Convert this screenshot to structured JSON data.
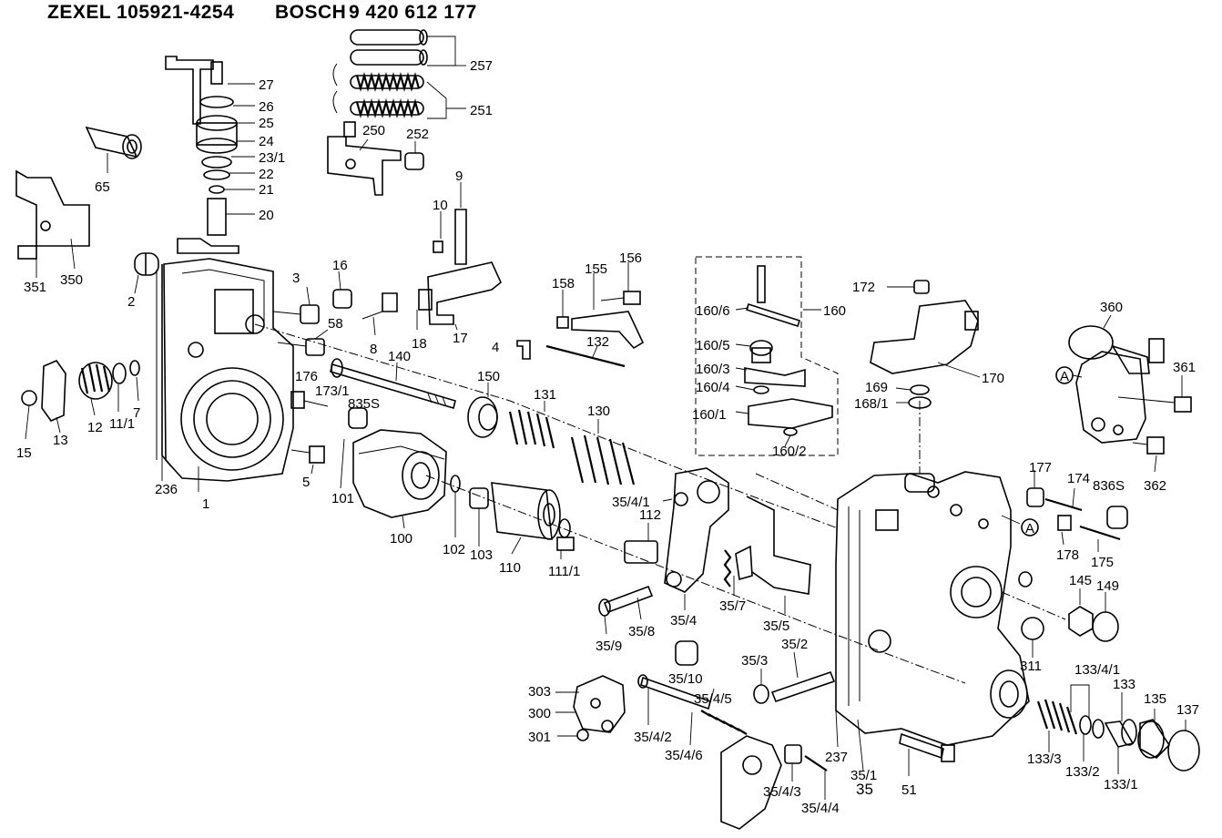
{
  "header": {
    "maker1": "ZEXEL",
    "code1": "105921-4254",
    "maker2": "BOSCH",
    "code2": "9 420 612 177"
  },
  "labels": {
    "p1": "1",
    "p2": "2",
    "p3": "3",
    "p4": "4",
    "p5": "5",
    "p7": "7",
    "p8": "8",
    "p9": "9",
    "p10": "10",
    "p12": "12",
    "p13": "13",
    "p15": "15",
    "p16": "16",
    "p17": "17",
    "p18": "18",
    "p20": "20",
    "p21": "21",
    "p22": "22",
    "p23_1": "23/1",
    "p24": "24",
    "p25": "25",
    "p26": "26",
    "p27": "27",
    "p35": "35",
    "p35_1": "35/1",
    "p35_2": "35/2",
    "p35_3": "35/3",
    "p35_4": "35/4",
    "p35_4_1": "35/4/1",
    "p35_4_2": "35/4/2",
    "p35_4_3": "35/4/3",
    "p35_4_4": "35/4/4",
    "p35_4_5": "35/4/5",
    "p35_4_6": "35/4/6",
    "p35_5": "35/5",
    "p35_7": "35/7",
    "p35_8": "35/8",
    "p35_9": "35/9",
    "p35_10": "35/10",
    "p51": "51",
    "p58": "58",
    "p65": "65",
    "p100": "100",
    "p101": "101",
    "p102": "102",
    "p103": "103",
    "p110": "110",
    "p111_1a": "11/1",
    "p111_1b": "111/1",
    "p112": "112",
    "p130": "130",
    "p131": "131",
    "p132": "132",
    "p133": "133",
    "p133_1": "133/1",
    "p133_2": "133/2",
    "p133_3": "133/3",
    "p133_4_1": "133/4/1",
    "p135": "135",
    "p137": "137",
    "p140": "140",
    "p145": "145",
    "p149": "149",
    "p150": "150",
    "p155": "155",
    "p156": "156",
    "p158": "158",
    "p160": "160",
    "p160_1": "160/1",
    "p160_2": "160/2",
    "p160_3": "160/3",
    "p160_4": "160/4",
    "p160_5": "160/5",
    "p160_6": "160/6",
    "p168_1": "168/1",
    "p169": "169",
    "p170": "170",
    "p172": "172",
    "p173_1": "173/1",
    "p174": "174",
    "p175": "175",
    "p176": "176",
    "p177": "177",
    "p178": "178",
    "p236": "236",
    "p237": "237",
    "p250": "250",
    "p251": "251",
    "p252": "252",
    "p257": "257",
    "p300": "300",
    "p301": "301",
    "p303": "303",
    "p311": "311",
    "p350": "350",
    "p351": "351",
    "p360": "360",
    "p361": "361",
    "p362": "362",
    "p835s_a": "835S",
    "p835s_b": "836S",
    "markA1": "A",
    "markA2": "A"
  }
}
